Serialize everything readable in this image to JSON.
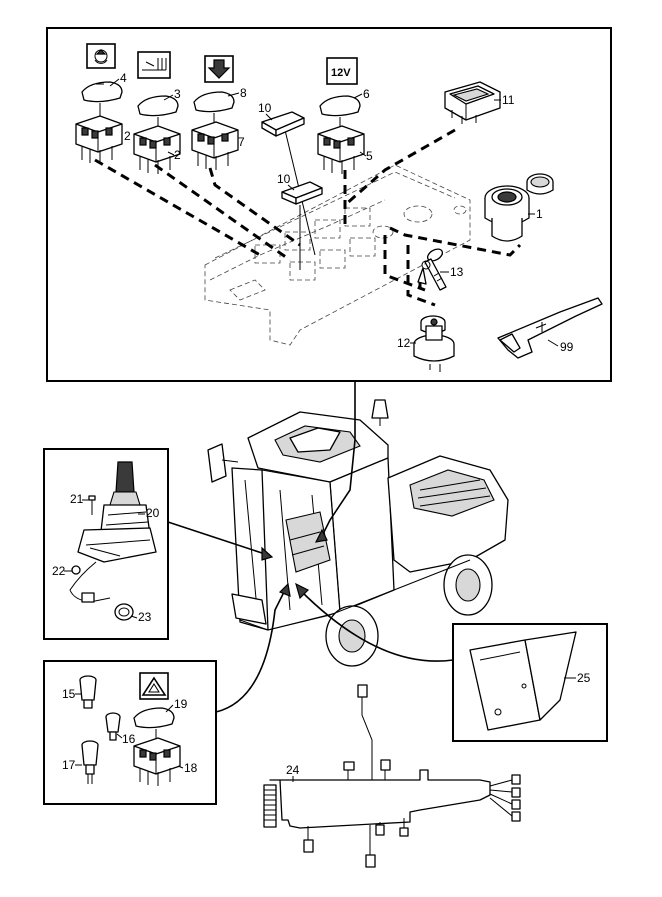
{
  "callouts": {
    "p1": "1",
    "p2a": "2",
    "p2b": "2",
    "p3": "3",
    "p4": "4",
    "p5": "5",
    "p6": "6",
    "p7": "7",
    "p8": "8",
    "p10a": "10",
    "p10b": "10",
    "p11": "11",
    "p12": "12",
    "p13": "13",
    "p15": "15",
    "p16": "16",
    "p17": "17",
    "p18": "18",
    "p19": "19",
    "p20": "20",
    "p21": "21",
    "p22": "22",
    "p23": "23",
    "p24": "24",
    "p25": "25",
    "p99": "99"
  },
  "symbols": {
    "socket_12v": "12V"
  },
  "icons": {
    "symbol_4": "rotating-beacon-icon",
    "symbol_3": "rear-wiper-icon",
    "symbol_8": "down-arrow-icon",
    "symbol_6": "12v-socket-icon",
    "symbol_19": "hazard-warning-icon"
  }
}
